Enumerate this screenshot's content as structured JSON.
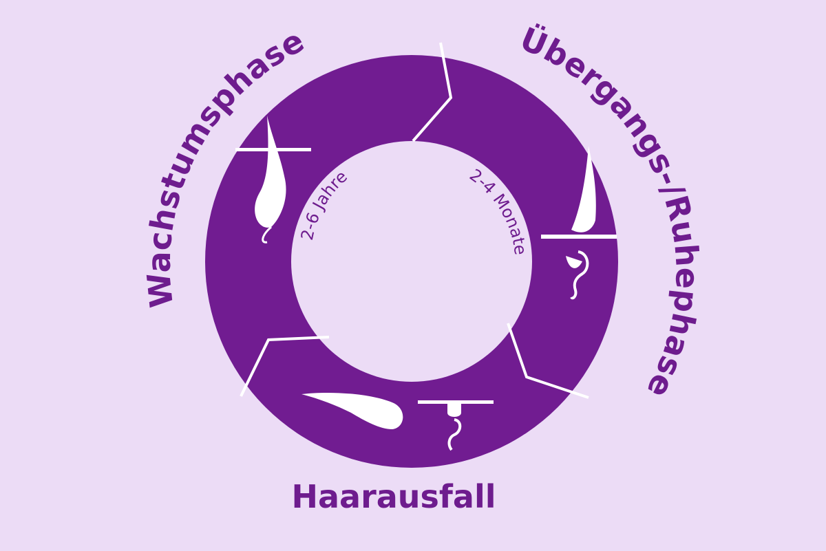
{
  "colors": {
    "background": "#ecdcf6",
    "ring": "#711c91",
    "inner": "#ecdcf6",
    "accent": "#ffffff",
    "text": "#6e1c8e"
  },
  "phases": {
    "growth": {
      "label": "Wachstumsphase",
      "duration": "2-6 Jahre",
      "icon": "growing-hair-follicle-icon"
    },
    "rest": {
      "label": "Übergangs-/Ruhephase",
      "duration": "2-4 Monate",
      "icon": "resting-hair-follicle-icon"
    },
    "loss": {
      "label": "Haarausfall",
      "icon": "shed-hair-icon"
    }
  }
}
